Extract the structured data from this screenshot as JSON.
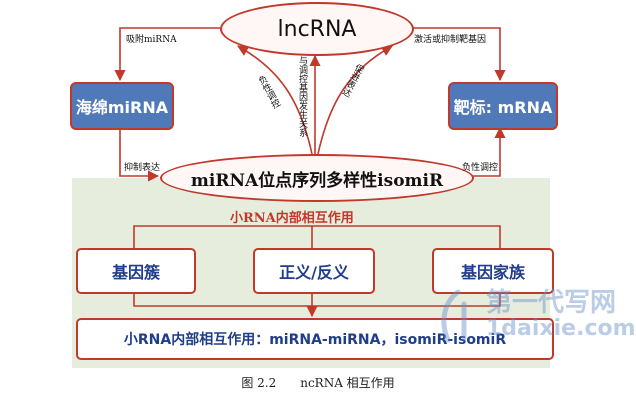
{
  "diagram": {
    "lncrna": "lncRNA",
    "sponge": "海绵miRNA",
    "target": "靶标: mRNA",
    "isomir": "miRNA位点序列多样性isomiR",
    "edge_adsorb": "吸附miRNA",
    "edge_activate": "激活或抑制靶基因",
    "edge_inhibit": "抑制表达",
    "edge_negative_right": "负性调控",
    "vert_negative": "负性调控",
    "vert_cogen": "与调控基因发生关系",
    "vert_promote": "促进表达",
    "inner_title": "小RNA内部相互作用",
    "box_cluster": "基因簇",
    "box_sense": "正义/反义",
    "box_family": "基因家族",
    "bottom_box": "小RNA内部相互作用：miRNA-miRNA，isomiR-isomiR",
    "caption": "图 2.2　　ncRNA 相互作用"
  },
  "watermark": {
    "line1": "第一代写网",
    "line2": "1daixie.com"
  },
  "colors": {
    "panel_bg": "#e6eddd",
    "accent_red": "#c0392b",
    "box_blue": "#4f79b8",
    "text_navy": "#1f3d8a"
  }
}
